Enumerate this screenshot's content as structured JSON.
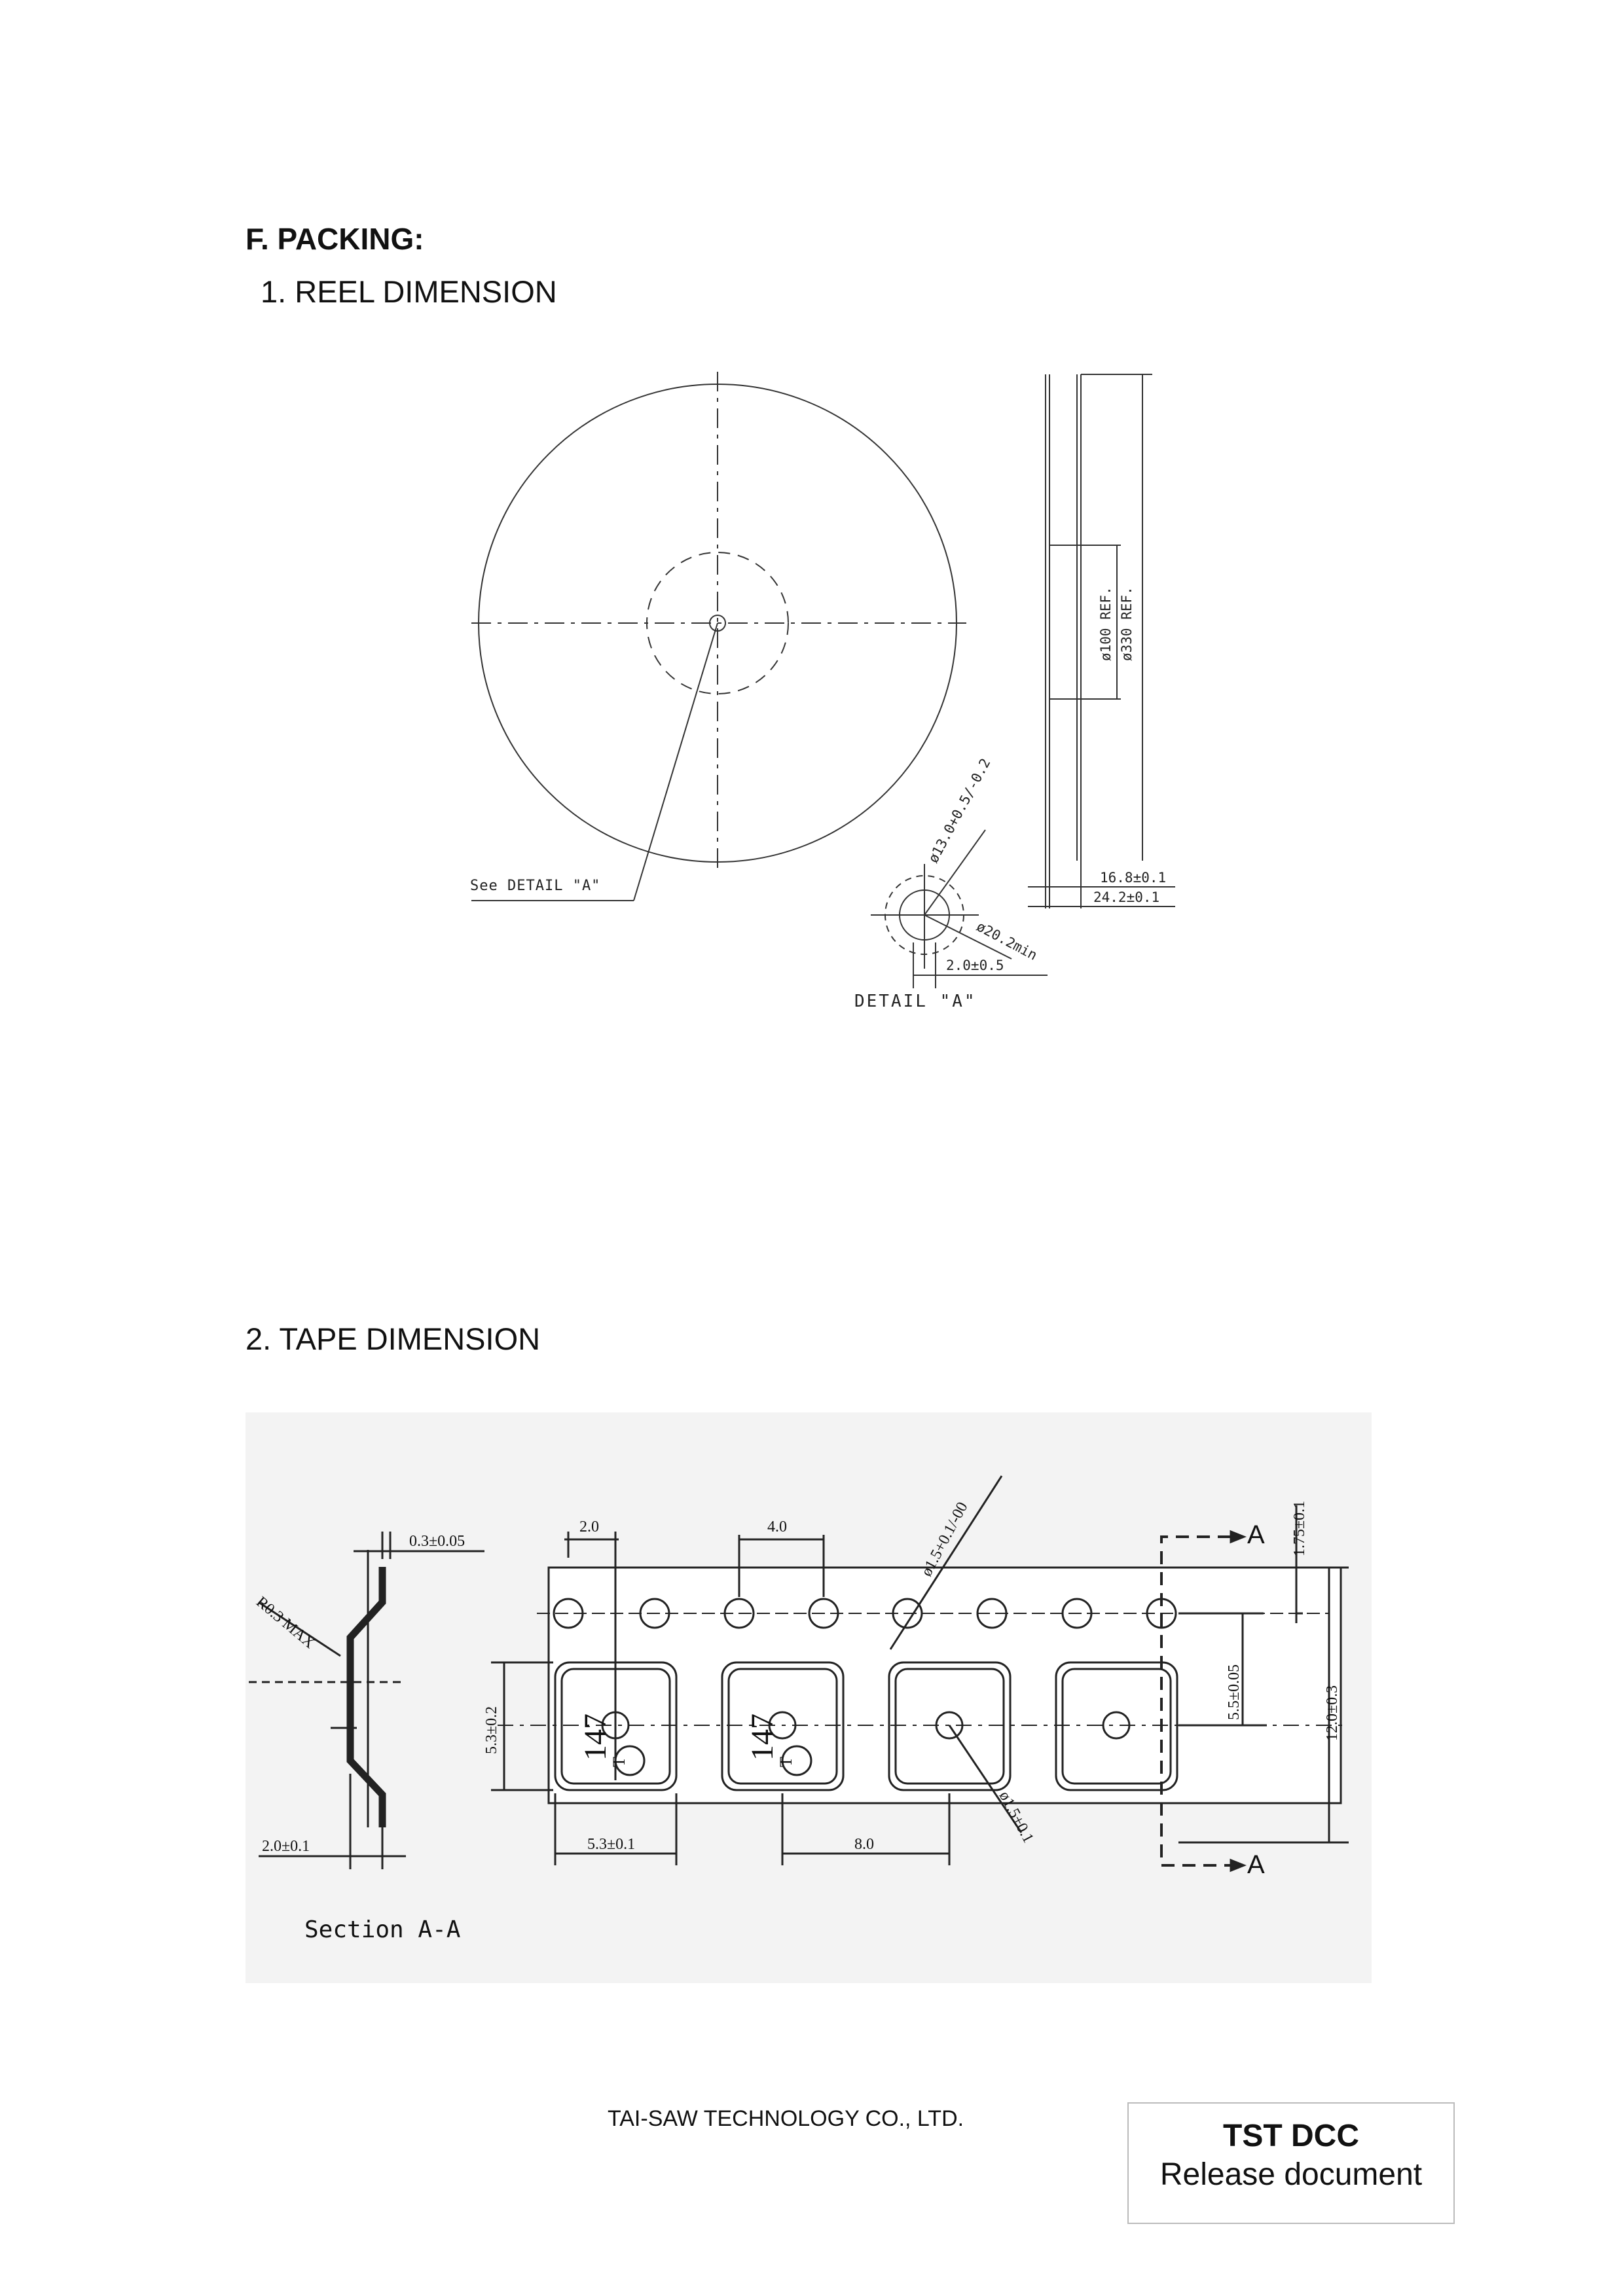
{
  "section": {
    "title": "F. PACKING:",
    "reel_heading": "1. REEL DIMENSION",
    "tape_heading": "2. TAPE DIMENSION"
  },
  "reel": {
    "see_detail": "See DETAIL \"A\"",
    "detail_label": "DETAIL \"A\"",
    "dim_hub_dia": "ø100 REF.",
    "dim_reel_dia": "ø330 REF.",
    "dim_inner_width": "16.8±0.1",
    "dim_outer_width": "24.2±0.1",
    "dim_arbor": "ø13.0+0.5/-0.2",
    "dim_drive": "ø20.2min",
    "dim_slot": "2.0±0.5"
  },
  "tape": {
    "section_label": "Section A-A",
    "dim_thickness": "0.3±0.05",
    "dim_radius": "R0.3 MAX",
    "dim_depth": "2.0±0.1",
    "dim_hole_pitch": "4.0",
    "dim_hole_offset": "2.0",
    "dim_hole_dia": "ø1.5+0.1/-00",
    "dim_edge": "1.75±0.1",
    "dim_center": "5.5±0.05",
    "dim_width": "12.0±0.3",
    "dim_pocket_h": "5.3±0.2",
    "dim_pocket_w": "5.3±0.1",
    "dim_pitch": "8.0",
    "dim_pocket_hole": "ø1.5±0.1",
    "cut_label": "A",
    "part_mark": "147",
    "logo_letter": "T"
  },
  "footer": {
    "company": "TAI-SAW TECHNOLOGY CO., LTD.",
    "stamp_line1": "TST DCC",
    "stamp_line2": "Release document"
  }
}
